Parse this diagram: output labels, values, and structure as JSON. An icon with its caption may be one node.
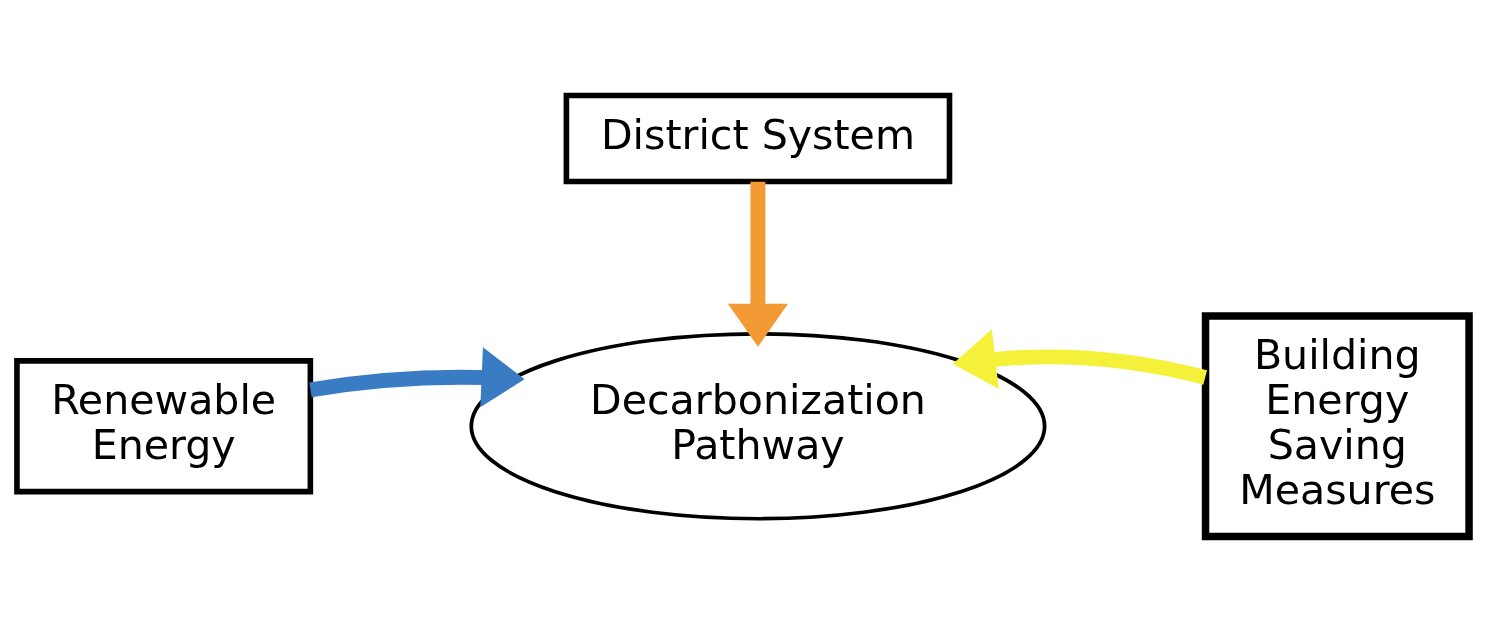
{
  "diagram": {
    "nodes": [
      {
        "text": [
          "District System"
        ]
      },
      {
        "text": [
          "Renewable Energy"
        ]
      },
      {
        "text": [
          "Decarbonization Pathway"
        ]
      },
      {
        "text": [
          "Building Energy Saving Measures"
        ]
      }
    ],
    "edges": [
      {
        "from": 0,
        "to": 2,
        "arrow": "to",
        "color": "#f39a35"
      },
      {
        "from": 1,
        "to": 2,
        "arrow": "to",
        "color": "#3a7cc4"
      },
      {
        "from": 3,
        "to": 2,
        "arrow": "to",
        "color": "#f5f03a"
      }
    ]
  }
}
